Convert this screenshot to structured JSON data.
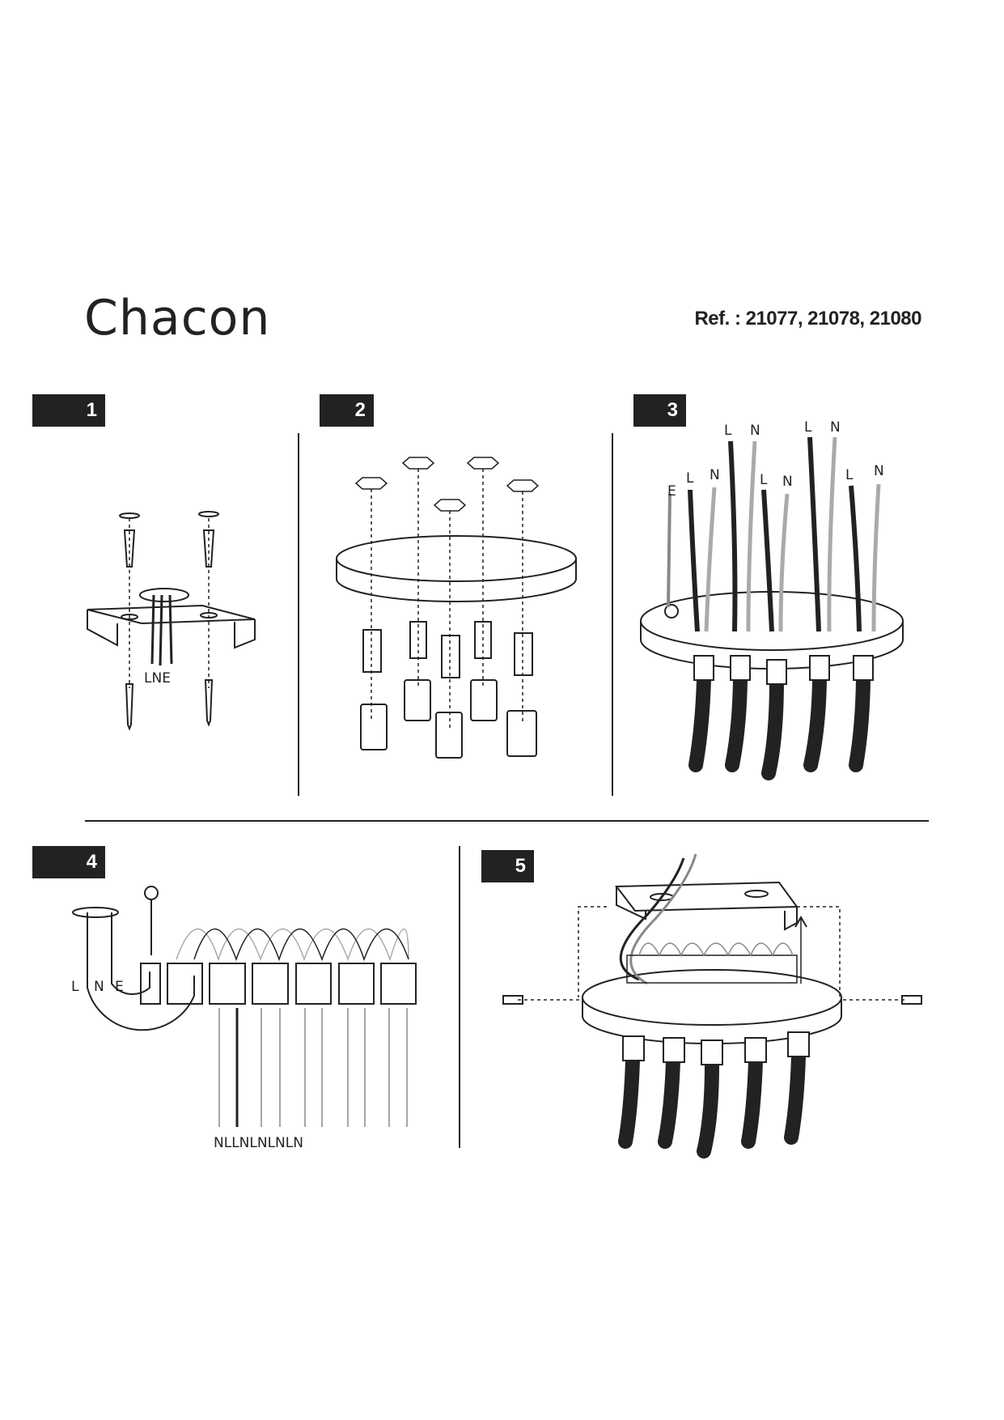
{
  "header": {
    "brand": "Chacon",
    "reference": "Ref. : 21077, 21078, 21080"
  },
  "steps": [
    {
      "number": "1",
      "labels": {
        "wires": "LNE"
      }
    },
    {
      "number": "2"
    },
    {
      "number": "3",
      "labels": {
        "earth": "E",
        "pairs": [
          {
            "l": "L",
            "n": "N"
          },
          {
            "l": "L",
            "n": "N"
          },
          {
            "l": "L",
            "n": "N"
          },
          {
            "l": "L",
            "n": "N"
          },
          {
            "l": "L",
            "n": "N"
          }
        ]
      }
    },
    {
      "number": "4",
      "labels": {
        "l": "L",
        "n": "N",
        "e": "E",
        "outputs": "NLLNLNLNLN"
      }
    },
    {
      "number": "5"
    }
  ],
  "colors": {
    "ink": "#222222",
    "grey": "#999999"
  }
}
